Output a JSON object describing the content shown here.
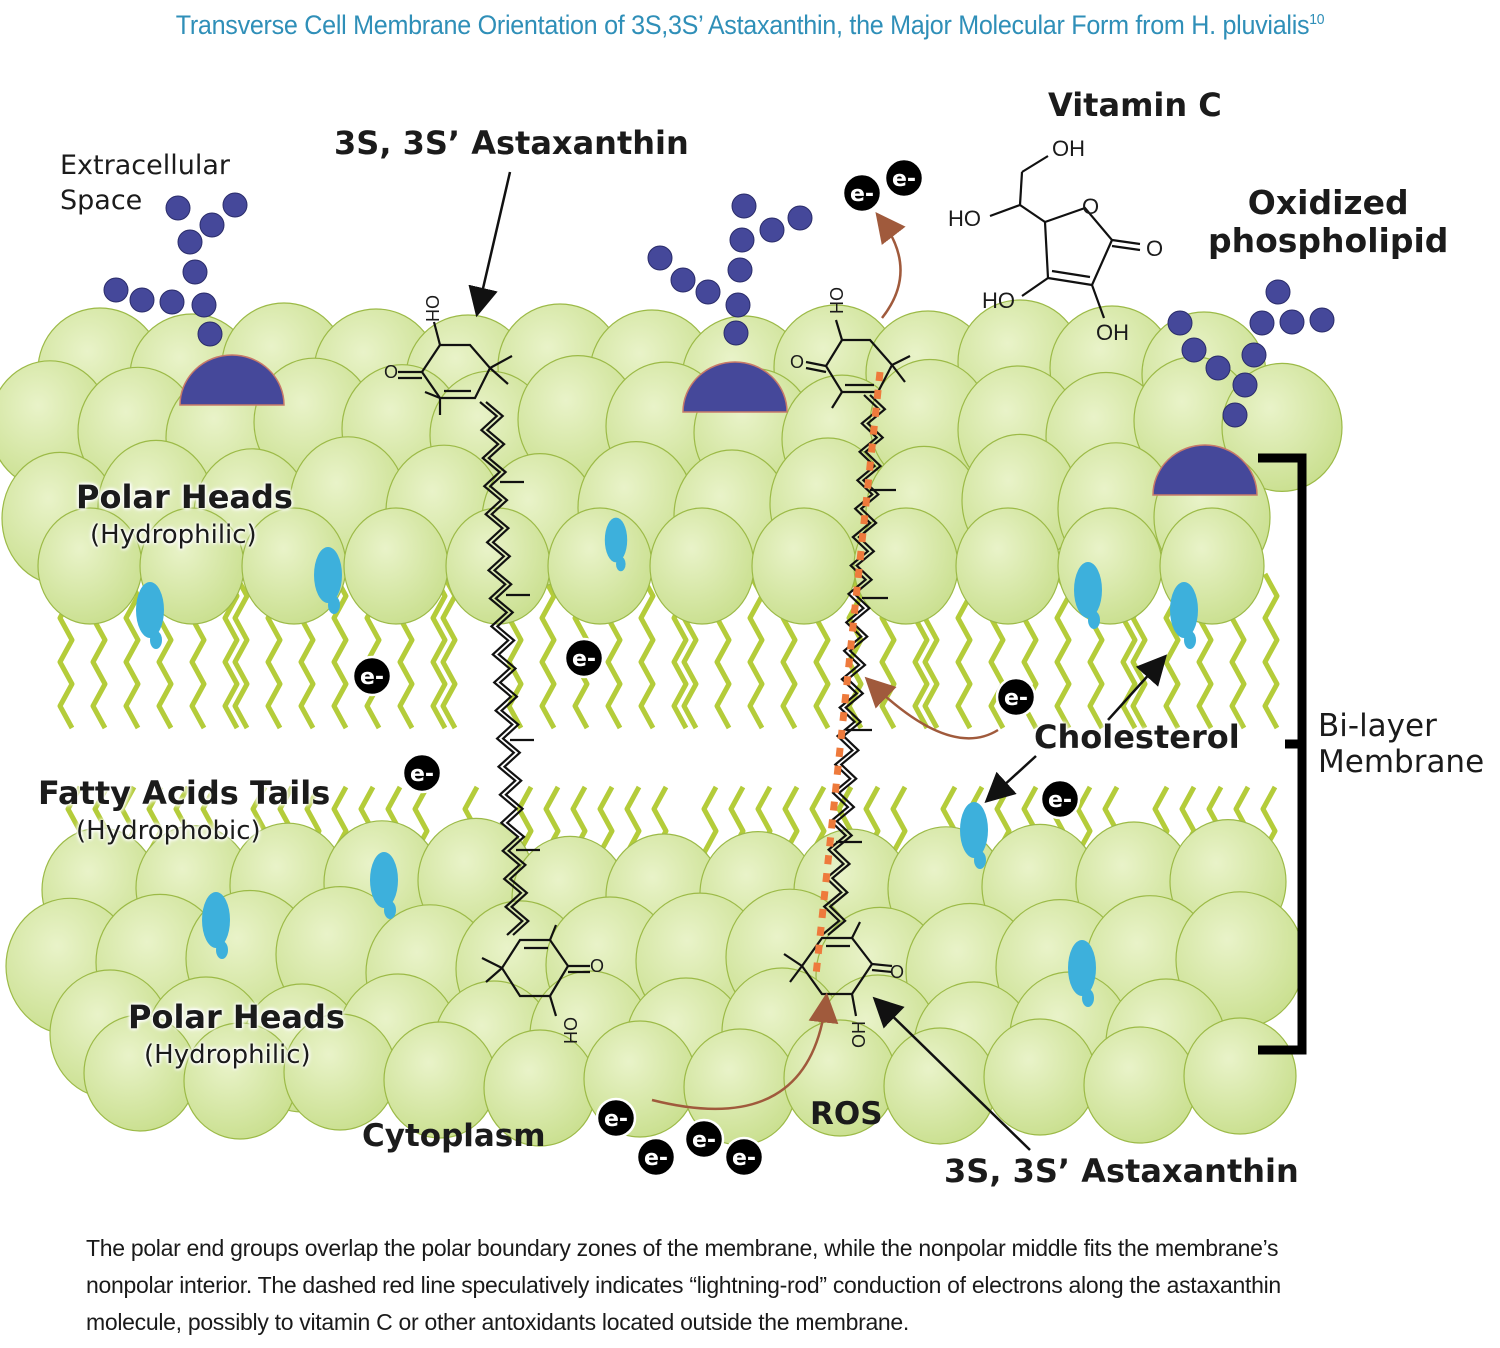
{
  "title": {
    "text": "Transverse Cell Membrane Orientation of 3S,3S’ Astaxanthin, the Major Molecular Form from H. pluvialis",
    "superscript": "10"
  },
  "labels": {
    "extracellular_line1": "Extracellular",
    "extracellular_line2": "Space",
    "astaxanthin_top": "3S, 3S’ Astaxanthin",
    "astaxanthin_bottom": "3S, 3S’ Astaxanthin",
    "vitamin_c": "Vitamin C",
    "oxidized_line1": "Oxidized",
    "oxidized_line2": "phospholipid",
    "polar_heads_top": "Polar Heads",
    "hydrophilic_top": "(Hydrophilic)",
    "fatty_acids": "Fatty Acids Tails",
    "hydrophobic": "(Hydrophobic)",
    "polar_heads_bottom": "Polar Heads",
    "hydrophilic_bottom": "(Hydrophilic)",
    "cholesterol": "Cholesterol",
    "bilayer_line1": "Bi-layer",
    "bilayer_line2": "Membrane",
    "cytoplasm": "Cytoplasm",
    "ros": "ROS",
    "electron": "e-"
  },
  "vitamin_c_atoms": {
    "oh_top": "OH",
    "ho_left": "HO",
    "o_ring": "O",
    "o_ketone": "O",
    "ho_bottom": "HO",
    "oh_bottom": "OH"
  },
  "astaxanthin_atoms": {
    "oh": "OH",
    "o": "O"
  },
  "caption": "The polar end groups overlap the polar boundary zones of the membrane, while the nonpolar middle fits the membrane’s nonpolar interior. The dashed red line speculatively indicates “lightning-rod” conduction of electrons along the astaxanthin molecule, possibly to vitamin C or other antoxidants located outside the membrane.",
  "colors": {
    "head_fill": "#d2e5a0",
    "head_stroke": "#9cba47",
    "tail": "#b4cc3a",
    "glyco": "#45489a",
    "cholesterol": "#3db0dc",
    "conduction": "#ee7a3c",
    "arrow": "#a05a3c",
    "title": "#2f8fb8"
  }
}
